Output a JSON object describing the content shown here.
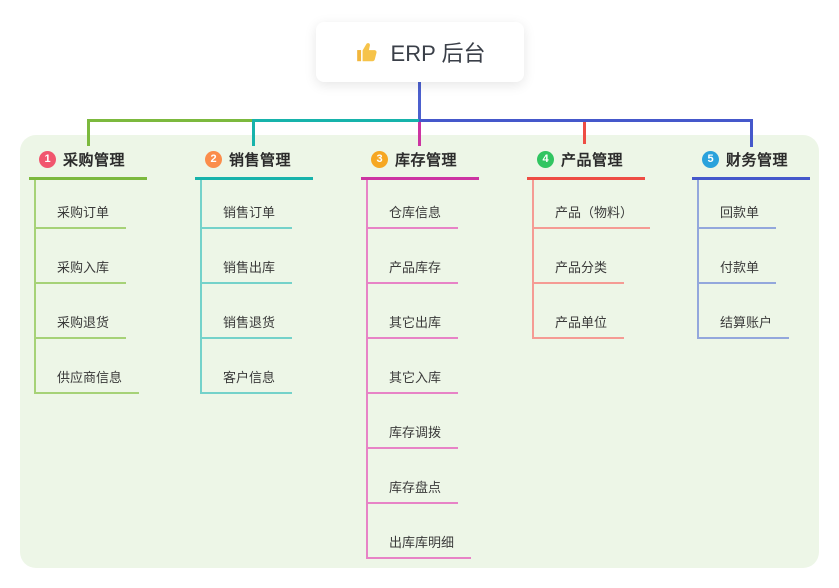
{
  "root": {
    "label": "ERP 后台",
    "icon": "thumbs-up-icon"
  },
  "panel": {
    "background": "#edf6e7"
  },
  "connectors": {
    "root_line_color": "#4c60ce"
  },
  "branches": [
    {
      "badge": "1",
      "title": "采购管理",
      "colors": {
        "accent": "#7cb93e",
        "light": "#a6d277",
        "badge": "#f1566e"
      },
      "children": [
        "采购订单",
        "采购入库",
        "采购退货",
        "供应商信息"
      ]
    },
    {
      "badge": "2",
      "title": "销售管理",
      "colors": {
        "accent": "#17b3ab",
        "light": "#74d2ca",
        "badge": "#fb8d4b"
      },
      "children": [
        "销售订单",
        "销售出库",
        "销售退货",
        "客户信息"
      ]
    },
    {
      "badge": "3",
      "title": "库存管理",
      "colors": {
        "accent": "#cc34a2",
        "light": "#e783c6",
        "badge": "#f6a723"
      },
      "children": [
        "仓库信息",
        "产品库存",
        "其它出库",
        "其它入库",
        "库存调拨",
        "库存盘点",
        "出库库明细"
      ]
    },
    {
      "badge": "4",
      "title": "产品管理",
      "colors": {
        "accent": "#ee4d44",
        "light": "#f59b94",
        "badge": "#31c561"
      },
      "children": [
        "产品（物料）",
        "产品分类",
        "产品单位"
      ]
    },
    {
      "badge": "5",
      "title": "财务管理",
      "colors": {
        "accent": "#4558cb",
        "light": "#93a7dc",
        "badge": "#2aa2dc"
      },
      "children": [
        "回款单",
        "付款单",
        "结算账户"
      ]
    }
  ]
}
